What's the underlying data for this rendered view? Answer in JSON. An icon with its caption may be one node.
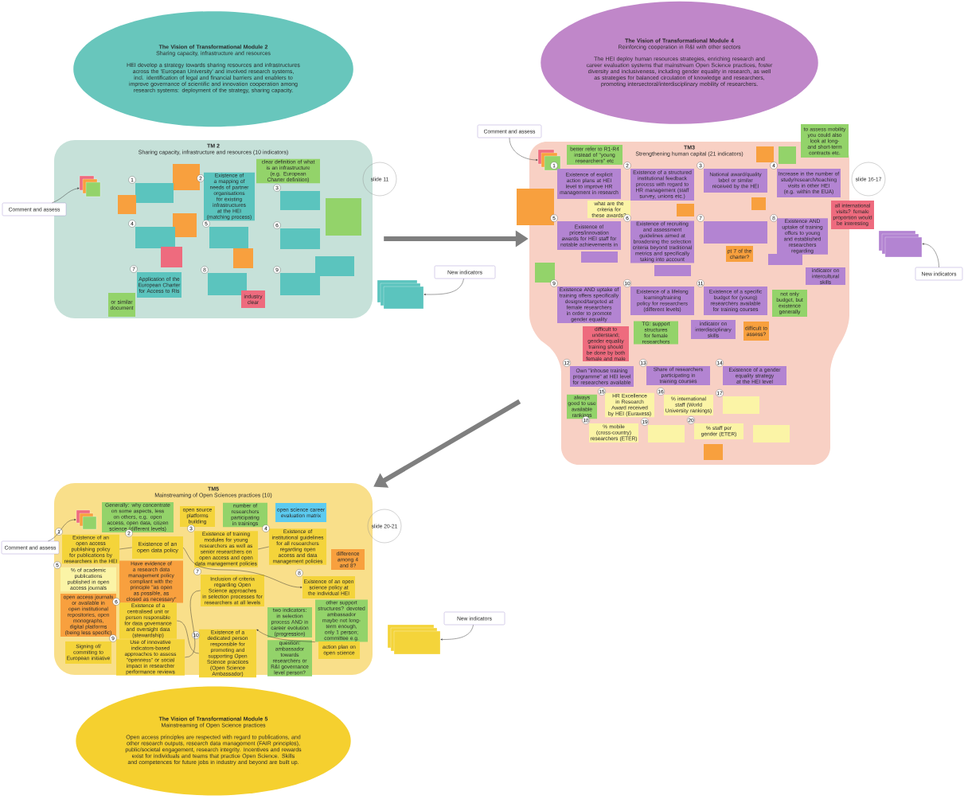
{
  "diagram": {
    "nodes": [
      {
        "text": [
          "The Vision of Transformational Module 2",
          "Sharing capacity, infrastructure and resources",
          "HEI develop a strategy towards sharing resources and infrastructures across the 'European University' and involved research systems, incl. identification of legal and financial barriers and enablers to improve governance of scientific and innovation cooperation among research systems: deployment of the strategy, sharing capacity."
        ]
      },
      {
        "text": [
          "The Vision of Transformational Module 4",
          "Reinforcing cooperation in R&I with other sectors",
          "The HEI deploy human resources strategies, enriching research and career evaluation systems that mainstream Open Science practices, foster diversity and inclusiveness, including gender equality in research, as well as strategies for balanced circulation of knowledge and researchers, promoting intersectoral/interdisciplinary mobility of researchers."
        ]
      },
      {
        "text": [
          "TM 2",
          "Sharing capacity, infrastructure and resources (10 indicators)"
        ]
      },
      {
        "text": [
          "clear definition of what is an infrastructure (e.g. European Charter definition)"
        ],
        "in": 2
      },
      {
        "text": [],
        "shape": "box",
        "in": 2
      },
      {
        "text": [],
        "shape": "box",
        "in": 2
      },
      {
        "text": [],
        "shape": "box",
        "in": 2
      },
      {
        "text": [
          "Existence of a mapping of needs of partner organisations for existing infrastructures at the HEI (matching process)"
        ],
        "in": 2
      },
      {
        "text": [],
        "shape": "box",
        "in": 2
      },
      {
        "text": [
          "slide 11"
        ]
      },
      {
        "text": [],
        "shape": "box",
        "in": 2
      },
      {
        "text": [],
        "shape": "box",
        "in": 2
      },
      {
        "text": [],
        "shape": "box",
        "in": 2
      },
      {
        "text": [],
        "shape": "box",
        "in": 2
      },
      {
        "text": [],
        "shape": "box",
        "in": 2
      },
      {
        "text": [],
        "shape": "box",
        "in": 2
      },
      {
        "text": [],
        "shape": "box",
        "in": 2
      },
      {
        "text": [],
        "shape": "box",
        "in": 2
      },
      {
        "text": [
          "Application of the European Charter for Access to RIs"
        ],
        "in": 2
      },
      {
        "text": [
          "or similar document"
        ],
        "in": 2
      },
      {
        "text": [],
        "shape": "box",
        "in": 2
      },
      {
        "text": [
          "industry clear"
        ],
        "in": 2
      },
      {
        "text": [],
        "shape": "box",
        "in": 2
      },
      {
        "text": [],
        "shape": "box",
        "in": 2
      },
      {
        "text": [
          "Comment and assess"
        ]
      },
      {
        "text": [
          "New indicators"
        ]
      },
      {
        "text": [],
        "shape": "box"
      },
      {
        "text": [
          "Comment and assess"
        ]
      },
      {
        "text": [
          "TM3",
          "Strengthening human capital (21 indicators)"
        ]
      },
      {
        "text": [],
        "shape": "box",
        "in": 28
      },
      {
        "text": [
          "better refer to R1-R4 instead of \"young researchers\" etc"
        ],
        "in": 28
      },
      {
        "text": [],
        "shape": "box",
        "in": 28
      },
      {
        "text": [],
        "shape": "box",
        "in": 28
      },
      {
        "text": [
          "to assess mobility you could also look at long- and short-term contracts etc."
        ]
      },
      {
        "text": [
          "slide 16-17"
        ]
      },
      {
        "text": [
          "Existence of explicit action plans at HEI level to improve HR management in research"
        ],
        "in": 28
      },
      {
        "text": [
          "Existence of a structured institutional feedback process with regard to HR management (staff survey, unions etc.)"
        ],
        "in": 28
      },
      {
        "text": [
          "National award/quality label or similar received by the HEI"
        ],
        "in": 28
      },
      {
        "text": [
          "Increase in the number of study/research/teaching visits in other HEI (e.g. within the EUA)"
        ],
        "in": 28
      },
      {
        "text": [],
        "shape": "box"
      },
      {
        "text": [
          "what are the criteria for these awards?"
        ],
        "in": 28
      },
      {
        "text": [],
        "shape": "box",
        "in": 28
      },
      {
        "text": [],
        "shape": "box",
        "in": 28
      },
      {
        "text": [
          "all international visits? female proportion would be interesting"
        ]
      },
      {
        "text": [
          "Existence of prices/innovation awards for HEI staff for notable achievements in"
        ],
        "in": 28
      },
      {
        "text": [],
        "shape": "box",
        "in": 28
      },
      {
        "text": [
          "Existence of recruiting and assessment guidelines aimed at broadening the selection criteria beyond traditional metrics and specifically taking into account"
        ],
        "in": 28
      },
      {
        "text": [],
        "shape": "box",
        "in": 28
      },
      {
        "text": [],
        "shape": "box",
        "in": 28
      },
      {
        "text": [
          "pt 7 of the charter?"
        ],
        "in": 28
      },
      {
        "text": [
          "Existence AND uptake of training offers to young and established researchers regarding"
        ],
        "in": 28
      },
      {
        "text": [],
        "shape": "box",
        "in": 28
      },
      {
        "text": [],
        "shape": "box",
        "in": 28
      },
      {
        "text": [
          "indicator on intercultural skills"
        ],
        "in": 28
      },
      {
        "text": [
          "Existence AND uptake of training offers specifically designed/targeted at female researchers in order to promote gender equality"
        ],
        "in": 28
      },
      {
        "text": [
          "difficult to understand; gender equality training should be done by both female and male"
        ],
        "in": 28
      },
      {
        "text": [
          "TG: support structures for female researchers"
        ],
        "in": 28
      },
      {
        "text": [
          "Existence of a lifelong learning/training policy for researchers (different levels)"
        ],
        "in": 28
      },
      {
        "text": [
          "indicator on interdisciplinary skills"
        ],
        "in": 28
      },
      {
        "text": [
          "Existence of a specific budget for (young) researchers available for training courses"
        ],
        "in": 28
      },
      {
        "text": [
          "not only budget, but existence generally"
        ],
        "in": 28
      },
      {
        "text": [
          "Own \"inhouse training programme\" at HEI level for researchers available"
        ],
        "in": 28
      },
      {
        "text": [
          "difficult to assess?"
        ],
        "in": 28
      },
      {
        "text": [
          "Share of researchers participating in training courses"
        ],
        "in": 28
      },
      {
        "text": [
          "Existence of a gender equality strategy at the HEI level"
        ],
        "in": 28
      },
      {
        "text": [
          "always good to use available rankings"
        ],
        "in": 28
      },
      {
        "text": [
          "HR Excellence in Research Award received by HEI (Euraxess)"
        ],
        "in": 28
      },
      {
        "text": [
          "% international staff (World University rankings)"
        ],
        "in": 28
      },
      {
        "text": [],
        "shape": "box",
        "in": 28
      },
      {
        "text": [
          "% mobile (cross-country) researchers (ETER)"
        ],
        "in": 28
      },
      {
        "text": [],
        "shape": "box",
        "in": 28
      },
      {
        "text": [
          "% staff per gender (ETER)"
        ],
        "in": 28
      },
      {
        "text": [],
        "shape": "box",
        "in": 28
      },
      {
        "text": [],
        "shape": "box",
        "in": 28
      },
      {
        "text": [],
        "shape": "box"
      },
      {
        "text": [
          "New indicators"
        ]
      },
      {
        "text": [
          "TM5",
          "Mainstreaming of Open Sciences practices (10)"
        ]
      },
      {
        "text": [],
        "shape": "box",
        "in": 76
      },
      {
        "text": [
          "Comment and assess"
        ]
      },
      {
        "text": [
          "Generally: why concentrate on some aspects, less on others, e.g. open access, open data, citizen science (different levels)"
        ],
        "in": 76
      },
      {
        "text": [
          "open source platforms building"
        ],
        "in": 76
      },
      {
        "text": [
          "number of researchers participating in trainings"
        ],
        "in": 76
      },
      {
        "text": [
          "open science career evaluation matrix"
        ],
        "in": 76
      },
      {
        "text": [
          "slide 20-21"
        ]
      },
      {
        "text": [
          "Existence of an open access publishing policy for publications by researchers in the HEI"
        ],
        "in": 76
      },
      {
        "text": [
          "Existence of an open data policy"
        ],
        "in": 76
      },
      {
        "text": [
          "Existence of training modules for young researchers as well as senior researchers on open access and open data management policies"
        ],
        "in": 76
      },
      {
        "text": [
          "Existence of institutional guidelines for all researchers regarding open access and data management policies"
        ],
        "in": 76
      },
      {
        "text": [
          "Have evidence of a research data management policy compliant with the principle \"as open as possible, as closed as necessary\""
        ],
        "in": 76
      },
      {
        "text": [
          "difference among 4 and 8?"
        ],
        "in": 76
      },
      {
        "text": [
          "% of academic publications published in open access journals"
        ],
        "in": 76
      },
      {
        "text": [
          "open access journals or available in open institutional repositories, open monographs, digital platforms (being less specific)"
        ],
        "in": 76
      },
      {
        "text": [
          "Existence of a centralised unit or person responsible for data governance and oversight data (stewardship)"
        ],
        "in": 76
      },
      {
        "text": [
          "Inclusion of criteria regarding Open Science approaches in selection processes for researchers at all levels"
        ],
        "in": 76
      },
      {
        "text": [
          "Existence of an open science policy at the individual HEI"
        ],
        "in": 76
      },
      {
        "text": [
          "two indicators: in selection process AND in career evolution (progression)"
        ],
        "in": 76
      },
      {
        "text": [
          "Use of innovative indicators-based approaches to assess \"openness\" or social impact in researcher performance reviews"
        ],
        "in": 76
      },
      {
        "text": [
          "Existence of a dedicated person responsible for promoting and supporting Open Science practices (Open Science Ambassador)"
        ],
        "in": 76
      },
      {
        "text": [
          "other support structures? devoted ambassador maybe not long-term enough, only 1 person; committee e.g."
        ],
        "in": 76
      },
      {
        "text": [
          "question: ambassador towards researchers or R&I governance level person?"
        ],
        "in": 76
      },
      {
        "text": [
          "Signing of/ commiting to European initiative"
        ],
        "in": 76
      },
      {
        "text": [
          "action plan on open science"
        ],
        "in": 76
      },
      {
        "text": [
          "New indicators"
        ]
      },
      {
        "text": [],
        "shape": "box"
      },
      {
        "text": [
          "The Vision of Transformational Module 5",
          "Mainstreaming of Open Science practices",
          "Open access principles are respected with regard to publications, and other research outputs, research data management (FAIR principles), public/societal engagement, research integrity. Incentives and rewards exist for individuals and teams that practice Open Science. Skills and competences for future jobs in industry and beyond are built up."
        ]
      }
    ],
    "edges": [
      {
        "from": 24,
        "to": 23,
        "arrow": "to"
      },
      {
        "from": 25,
        "to": 26,
        "arrow": "to"
      },
      {
        "from": 2,
        "to": 28,
        "arrow": "to",
        "style": "thick",
        "color": "#7f7f7f"
      },
      {
        "from": 27,
        "to": 29,
        "arrow": "to"
      },
      {
        "from": 75,
        "to": 74,
        "arrow": "to"
      },
      {
        "from": 28,
        "to": 76,
        "arrow": "to",
        "style": "thick",
        "color": "#7f7f7f"
      },
      {
        "from": 78,
        "to": 77,
        "arrow": "to"
      },
      {
        "from": 102,
        "to": 103,
        "arrow": "to"
      },
      {
        "from": 84,
        "to": 85,
        "arrow": "none"
      },
      {
        "from": 86,
        "to": 87,
        "arrow": "none"
      },
      {
        "from": 85,
        "to": 94,
        "arrow": "to"
      },
      {
        "from": 92,
        "to": 97,
        "arrow": "none"
      },
      {
        "from": 96,
        "to": 93,
        "arrow": "none"
      },
      {
        "from": 98,
        "to": 97,
        "arrow": "to"
      }
    ],
    "labels": [
      "1",
      "2",
      "3",
      "4",
      "5",
      "6",
      "7",
      "8",
      "9",
      "1",
      "2",
      "3",
      "4",
      "5",
      "6",
      "7",
      "8",
      "9",
      "10",
      "11",
      "12",
      "13",
      "14",
      "15",
      "16",
      "17",
      "18",
      "19",
      "20",
      "1",
      "2",
      "3",
      "4",
      "5",
      "6",
      "7",
      "8",
      "9",
      "10"
    ]
  }
}
